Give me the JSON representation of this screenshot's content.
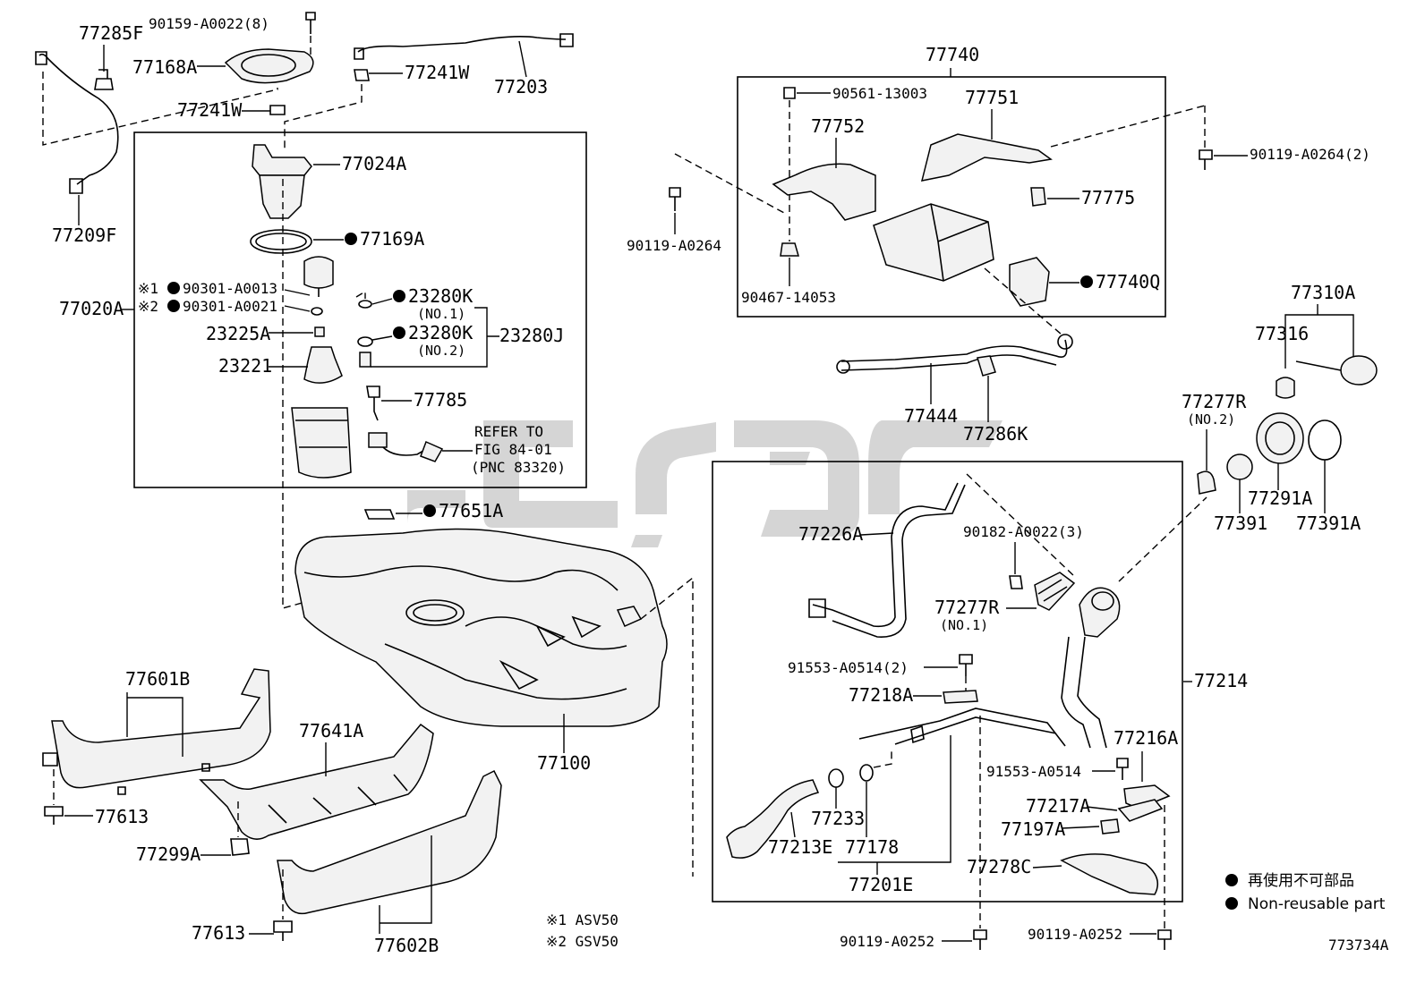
{
  "diagram": {
    "labels": {
      "l_77285F": "77285F",
      "l_90159": "90159-A0022(8)",
      "l_77168A": "77168A",
      "l_77241W_a": "77241W",
      "l_77203": "77203",
      "l_77241W_b": "77241W",
      "l_77024A": "77024A",
      "l_77209F": "77209F",
      "l_77169A": "77169A",
      "l_note1_mark": "※1",
      "l_90301_13": "90301-A0013",
      "l_note2_mark": "※2",
      "l_90301_21": "90301-A0021",
      "l_77020A": "77020A",
      "l_23280K_1": "23280K",
      "l_no1_a": "(NO.1)",
      "l_23280K_2": "23280K",
      "l_no2_a": "(NO.2)",
      "l_23280J": "23280J",
      "l_23225A": "23225A",
      "l_23221": "23221",
      "l_77785": "77785",
      "l_refer1": "REFER TO",
      "l_refer2": "FIG 84-01",
      "l_refer3": "(PNC 83320)",
      "l_77651A": "77651A",
      "l_77740": "77740",
      "l_90561": "90561-13003",
      "l_77751": "77751",
      "l_77752": "77752",
      "l_90119_2644": "90119-A0264(2)",
      "l_90119_264": "90119-A0264",
      "l_77775": "77775",
      "l_77740Q": "77740Q",
      "l_90467": "90467-14053",
      "l_77310A": "77310A",
      "l_77316": "77316",
      "l_77444": "77444",
      "l_77286K": "77286K",
      "l_77277R_2": "77277R",
      "l_no2_b": "(NO.2)",
      "l_77291A": "77291A",
      "l_77391": "77391",
      "l_77391A": "77391A",
      "l_77226A": "77226A",
      "l_90182": "90182-A0022(3)",
      "l_77277R_1": "77277R",
      "l_no1_b": "(NO.1)",
      "l_91553_2": "91553-A0514(2)",
      "l_77218A": "77218A",
      "l_77214": "77214",
      "l_77216A": "77216A",
      "l_91553": "91553-A0514",
      "l_77217A": "77217A",
      "l_77197A": "77197A",
      "l_77233": "77233",
      "l_77178": "77178",
      "l_77213E": "77213E",
      "l_77201E": "77201E",
      "l_77278C": "77278C",
      "l_90119_252a": "90119-A0252",
      "l_90119_252b": "90119-A0252",
      "l_77601B": "77601B",
      "l_77641A": "77641A",
      "l_77100": "77100",
      "l_77613_a": "77613",
      "l_77299A": "77299A",
      "l_77613_b": "77613",
      "l_77602B": "77602B",
      "l_asv": "※1 ASV50",
      "l_gsv": "※2 GSV50",
      "l_fig": "773734A"
    },
    "legend": {
      "japanese": "再使用不可部品",
      "english": "Non-reusable part"
    }
  }
}
